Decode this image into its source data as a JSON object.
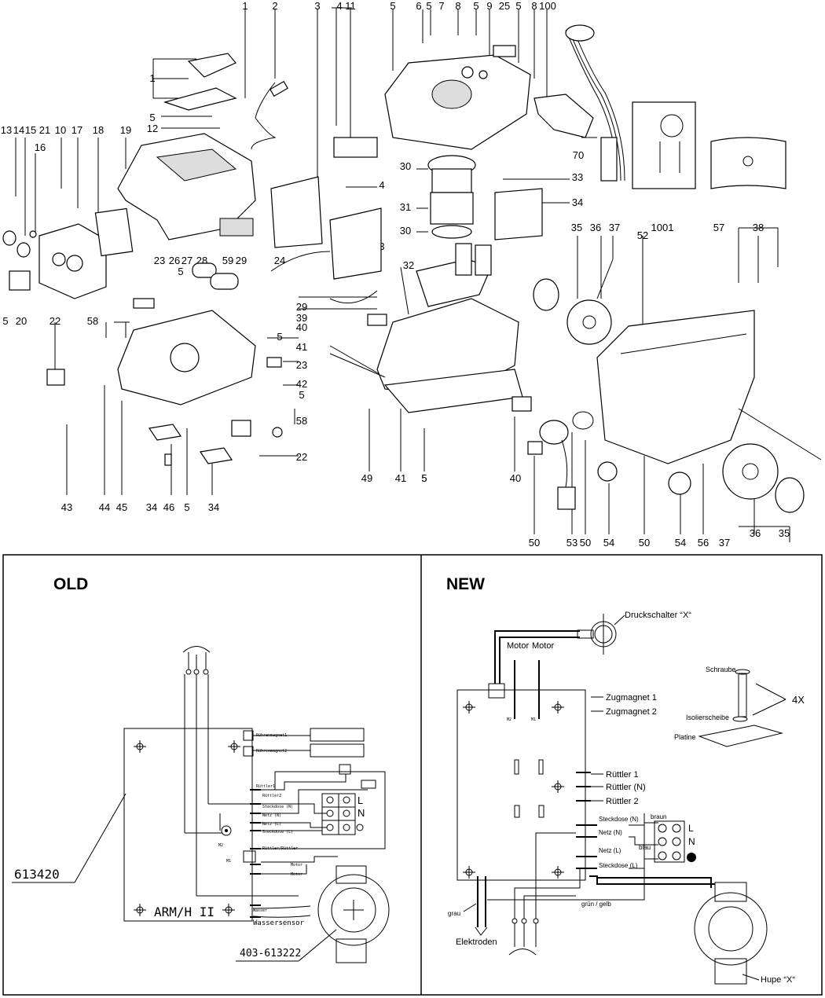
{
  "exploded_view": {
    "part_numbers": {
      "top_row": [
        "1",
        "2",
        "3",
        "4",
        "11",
        "5",
        "6",
        "5",
        "7",
        "8",
        "5",
        "9",
        "25",
        "5",
        "8",
        "100"
      ],
      "left_column": [
        "13",
        "14",
        "15",
        "21",
        "16",
        "10",
        "17",
        "18",
        "19"
      ],
      "misc": [
        "1",
        "5",
        "12",
        "30",
        "4",
        "33",
        "31",
        "30",
        "34",
        "70",
        "1001",
        "57",
        "38",
        "35",
        "36",
        "37",
        "52",
        "3",
        "24",
        "29",
        "39",
        "40",
        "5",
        "41",
        "23",
        "42",
        "58",
        "22",
        "5",
        "59",
        "28",
        "29",
        "27",
        "26",
        "23",
        "5",
        "20",
        "5",
        "58",
        "22",
        "32",
        "5"
      ],
      "bottom_row": [
        "43",
        "44",
        "45",
        "34",
        "46",
        "5",
        "34",
        "49",
        "41",
        "5",
        "40",
        "50",
        "53",
        "50",
        "54",
        "50",
        "54",
        "56",
        "37",
        "36",
        "35"
      ]
    }
  },
  "wiring": {
    "old": {
      "title": "OLD",
      "part_label": "613420",
      "board_label": "ARM/H II",
      "sensor_label": "Wassersensor",
      "horn_label": "403-613222",
      "terminals": [
        "L",
        "N"
      ],
      "board_pins": [
        "Rührenmagnet1",
        "Rührenmagnet2",
        "Rüttler1",
        "Rüttler2",
        "Steckdose (N)",
        "Netz (N)",
        "Netz (L)",
        "Steckdose (L)",
        "Rüttler/Rüttler",
        "Motor",
        "Motor",
        "Wasser"
      ],
      "motor_pins": [
        "M2",
        "M1"
      ]
    },
    "new": {
      "title": "NEW",
      "pressure_switch": "Druckschalter “X“",
      "motor_labels": [
        "Motor",
        "Motor"
      ],
      "motor_pins": [
        "M2",
        "M1"
      ],
      "connectors": [
        "Zugmagnet 1",
        "Zugmagnet 2",
        "Rüttler 1",
        "Rüttler (N)",
        "Rüttler 2"
      ],
      "socket_labels": [
        "Steckdose (N)",
        "Netz (N)",
        "Netz (L)",
        "Steckdose (L)"
      ],
      "wire_colors": [
        "braun",
        "blau",
        "grün / gelb",
        "grau"
      ],
      "terminals": [
        "L",
        "N"
      ],
      "electrodes": "Elektroden",
      "horn": "Hupe “X“",
      "mounting": {
        "screw": "Schraube",
        "washer": "Isolierscheibe",
        "board": "Platine",
        "quantity": "4X"
      }
    }
  }
}
